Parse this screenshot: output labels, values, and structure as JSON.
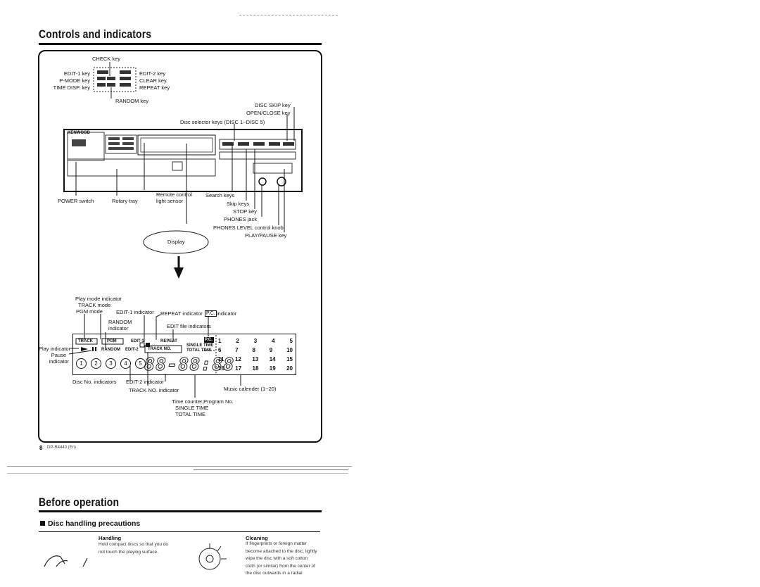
{
  "headings": {
    "controls": "Controls and indicators",
    "before": "Before operation",
    "disc_handling": "Disc handling precautions"
  },
  "remote_labels": {
    "check": "CHECK key",
    "edit1": "EDIT-1 key",
    "pmode": "P-MODE key",
    "timedisp": "TIME DISP. key",
    "edit2": "EDIT-2 key",
    "clear": "CLEAR key",
    "repeat": "REPEAT key",
    "random": "RANDOM key"
  },
  "unit_labels": {
    "disc_skip": "DISC SKIP key",
    "open_close": "OPEN/CLOSE key",
    "disc_selector": "Disc selector keys (DISC 1~DISC 5)",
    "power": "POWER switch",
    "rotary": "Rotary tray",
    "remote_sensor_1": "Remote control",
    "remote_sensor_2": "light sensor",
    "search": "Search keys",
    "skip": "Skip keys",
    "stop": "STOP key",
    "phones": "PHONES jack",
    "phones_level": "PHONES LEVEL control knob",
    "play_pause": "PLAY/PAUSE key",
    "display": "Display",
    "brand": "KENWOOD"
  },
  "display_labels": {
    "play_mode": "Play mode indicator",
    "track_mode": "TRACK mode",
    "pgm_mode": "PGM mode",
    "edit1_ind": "EDIT-1 indicator",
    "repeat_ind": "REPEAT indicator",
    "pc_box": "P.C.",
    "pc_ind": "indicator",
    "random_1": "RANDOM",
    "random_2": "indicator",
    "edit_file": "EDIT file indicators",
    "play_ind": "Play indicator",
    "pause": "Pause",
    "pause_ind": "indicator",
    "disc_no": "Disc No. indicators",
    "edit2_ind": "EDIT-2 indicator",
    "track_no": "TRACK NO. indicator",
    "music_cal": "Music calender (1~20)",
    "time_1": "Time counter,Program No.",
    "time_2": "SINGLE TIME",
    "time_3": "TOTAL TIME"
  },
  "lcd": {
    "track": "TRACK",
    "pgm": "PGM",
    "edit1": "EDIT-1",
    "repeat": "REPEAT",
    "random": "RANDOM",
    "edit2": "EDIT-2",
    "track_no": "TRACK NO.",
    "single_time": "SINGLE TIME",
    "total_time": "TOTAL TIME",
    "pc": "P.C.",
    "digits": "88-88:88",
    "discs": [
      "1",
      "2",
      "3",
      "4",
      "5"
    ],
    "calendar_rows": [
      [
        "1",
        "2",
        "3",
        "4",
        "5"
      ],
      [
        "6",
        "7",
        "8",
        "9",
        "10"
      ],
      [
        "11",
        "12",
        "13",
        "14",
        "15"
      ],
      [
        "16",
        "17",
        "18",
        "19",
        "20"
      ]
    ]
  },
  "footer": {
    "page_no": "8",
    "model": "DP-R4440 (En)"
  },
  "handling": {
    "title": "Handling",
    "text_1": "Hold compact discs so that you do",
    "text_2": "not touch the playing surface."
  },
  "cleaning": {
    "title": "Cleaning",
    "lines": [
      "If fingerprints or foreign matter",
      "become attached to the disc, lightly",
      "wipe the disc with a soft cotton",
      "cloth (or similar) from the center of",
      "the disc outwards in a radial"
    ]
  }
}
